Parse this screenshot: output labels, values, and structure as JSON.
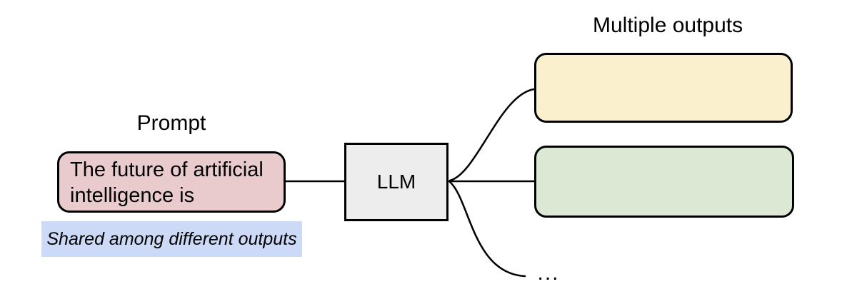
{
  "diagram": {
    "prompt_label": "Prompt",
    "prompt_box": {
      "text": "The future of artificial intelligence is",
      "fill": "#e9cbce"
    },
    "shared_note": {
      "text": "Shared among different outputs",
      "highlight": "#ccd9f7"
    },
    "llm_box": {
      "label": "LLM",
      "fill": "#ededed"
    },
    "outputs_label": "Multiple outputs",
    "output_boxes": [
      {
        "name": "output-1",
        "fill": "#faf0cd"
      },
      {
        "name": "output-2",
        "fill": "#dce8d3"
      }
    ],
    "ellipsis": "...",
    "stroke_color": "#000000",
    "background": "#ffffff"
  }
}
